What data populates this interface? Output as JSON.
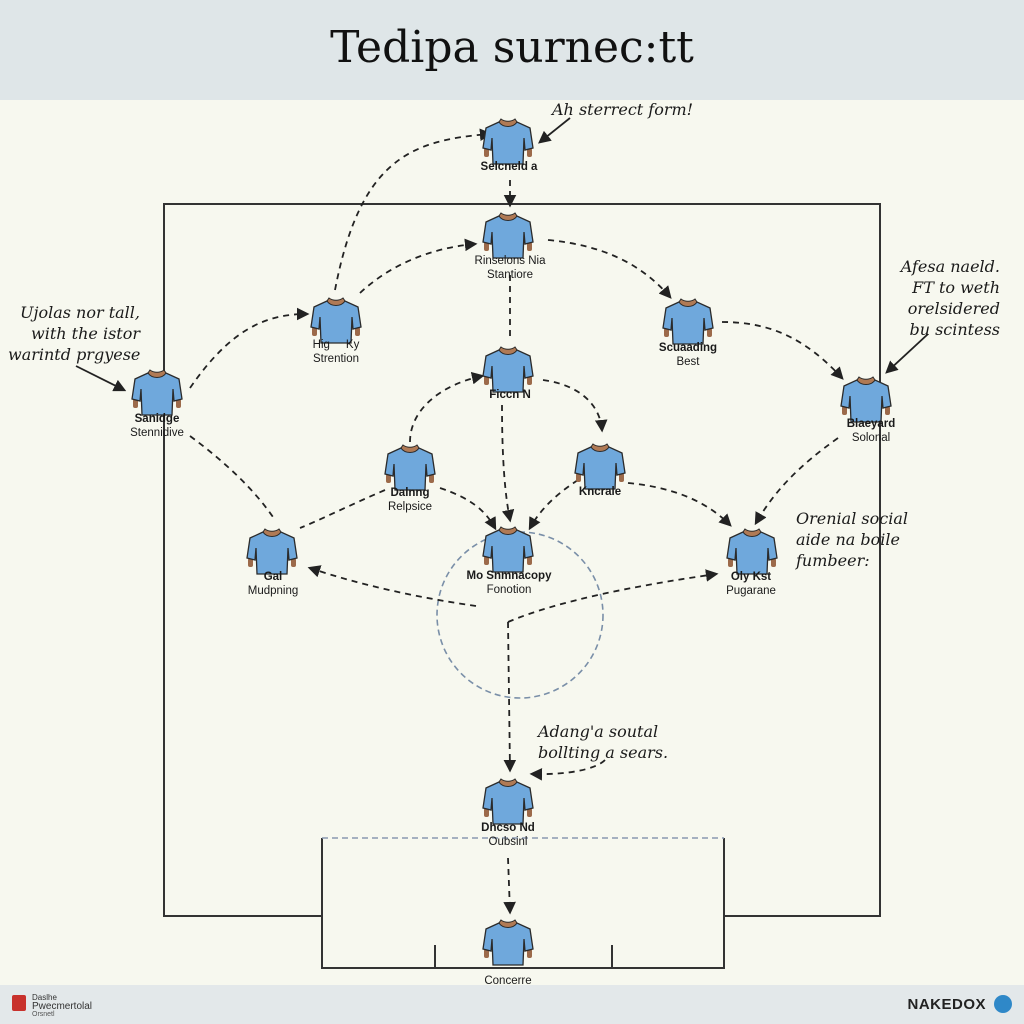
{
  "title": "Tedipa surnec:tt",
  "annotations": [
    {
      "id": "top-right",
      "lines": [
        "Ah sterrect form!"
      ]
    },
    {
      "id": "left",
      "lines": [
        "Ujolas nor tall,",
        "with the istor",
        "warintd prgyese"
      ]
    },
    {
      "id": "right-top",
      "lines": [
        "Afesa naeld.",
        "FT to weth",
        "orelsidered",
        "bu scintess"
      ]
    },
    {
      "id": "right-mid",
      "lines": [
        "Orenial social",
        "aide na boile",
        "fumbeer:"
      ]
    },
    {
      "id": "bottom",
      "lines": [
        "Adang'a soutal",
        "bollting a sears."
      ]
    }
  ],
  "players": [
    {
      "id": "top",
      "line1": "Selcneld a",
      "line2": ""
    },
    {
      "id": "second",
      "line1": "Rinselons Nia",
      "line2": "Stantiore"
    },
    {
      "id": "lw",
      "line1": "Hig     Ky",
      "line2": "Strention"
    },
    {
      "id": "rw",
      "line1": "Scuaading",
      "line2": "Best"
    },
    {
      "id": "far-left",
      "line1": "Sanidge",
      "line2": "Stennidive"
    },
    {
      "id": "center",
      "line1": "Ficcn N",
      "line2": ""
    },
    {
      "id": "far-right",
      "line1": "Blaeyard",
      "line2": "Solonal"
    },
    {
      "id": "cml",
      "line1": "Dalnng",
      "line2": "Relpsice"
    },
    {
      "id": "cmr",
      "line1": "Kncrale",
      "line2": ""
    },
    {
      "id": "lb",
      "line1": "Gal",
      "line2": "Mudpning"
    },
    {
      "id": "cb",
      "line1": "Mo Snmnacopy",
      "line2": "Fonotion"
    },
    {
      "id": "rb",
      "line1": "Oly Kst",
      "line2": "Pugarane"
    },
    {
      "id": "def",
      "line1": "Dhcso Nd",
      "line2": "Oubsinl"
    },
    {
      "id": "gk",
      "line1": "Concerre",
      "line2": ""
    }
  ],
  "footer": {
    "left_lines": [
      "Daslhe",
      "Pwecmertolal",
      "Orsnetl"
    ],
    "right": "NAKEDOX"
  },
  "colors": {
    "jersey": "#6fa8dc",
    "jersey_outline": "#2b2b2b",
    "collar": "#b07a55",
    "skin": "#9c6a4a",
    "pitch_line": "#333333",
    "center_circle": "#7a8fa8",
    "box_line": "#8a97b0"
  }
}
